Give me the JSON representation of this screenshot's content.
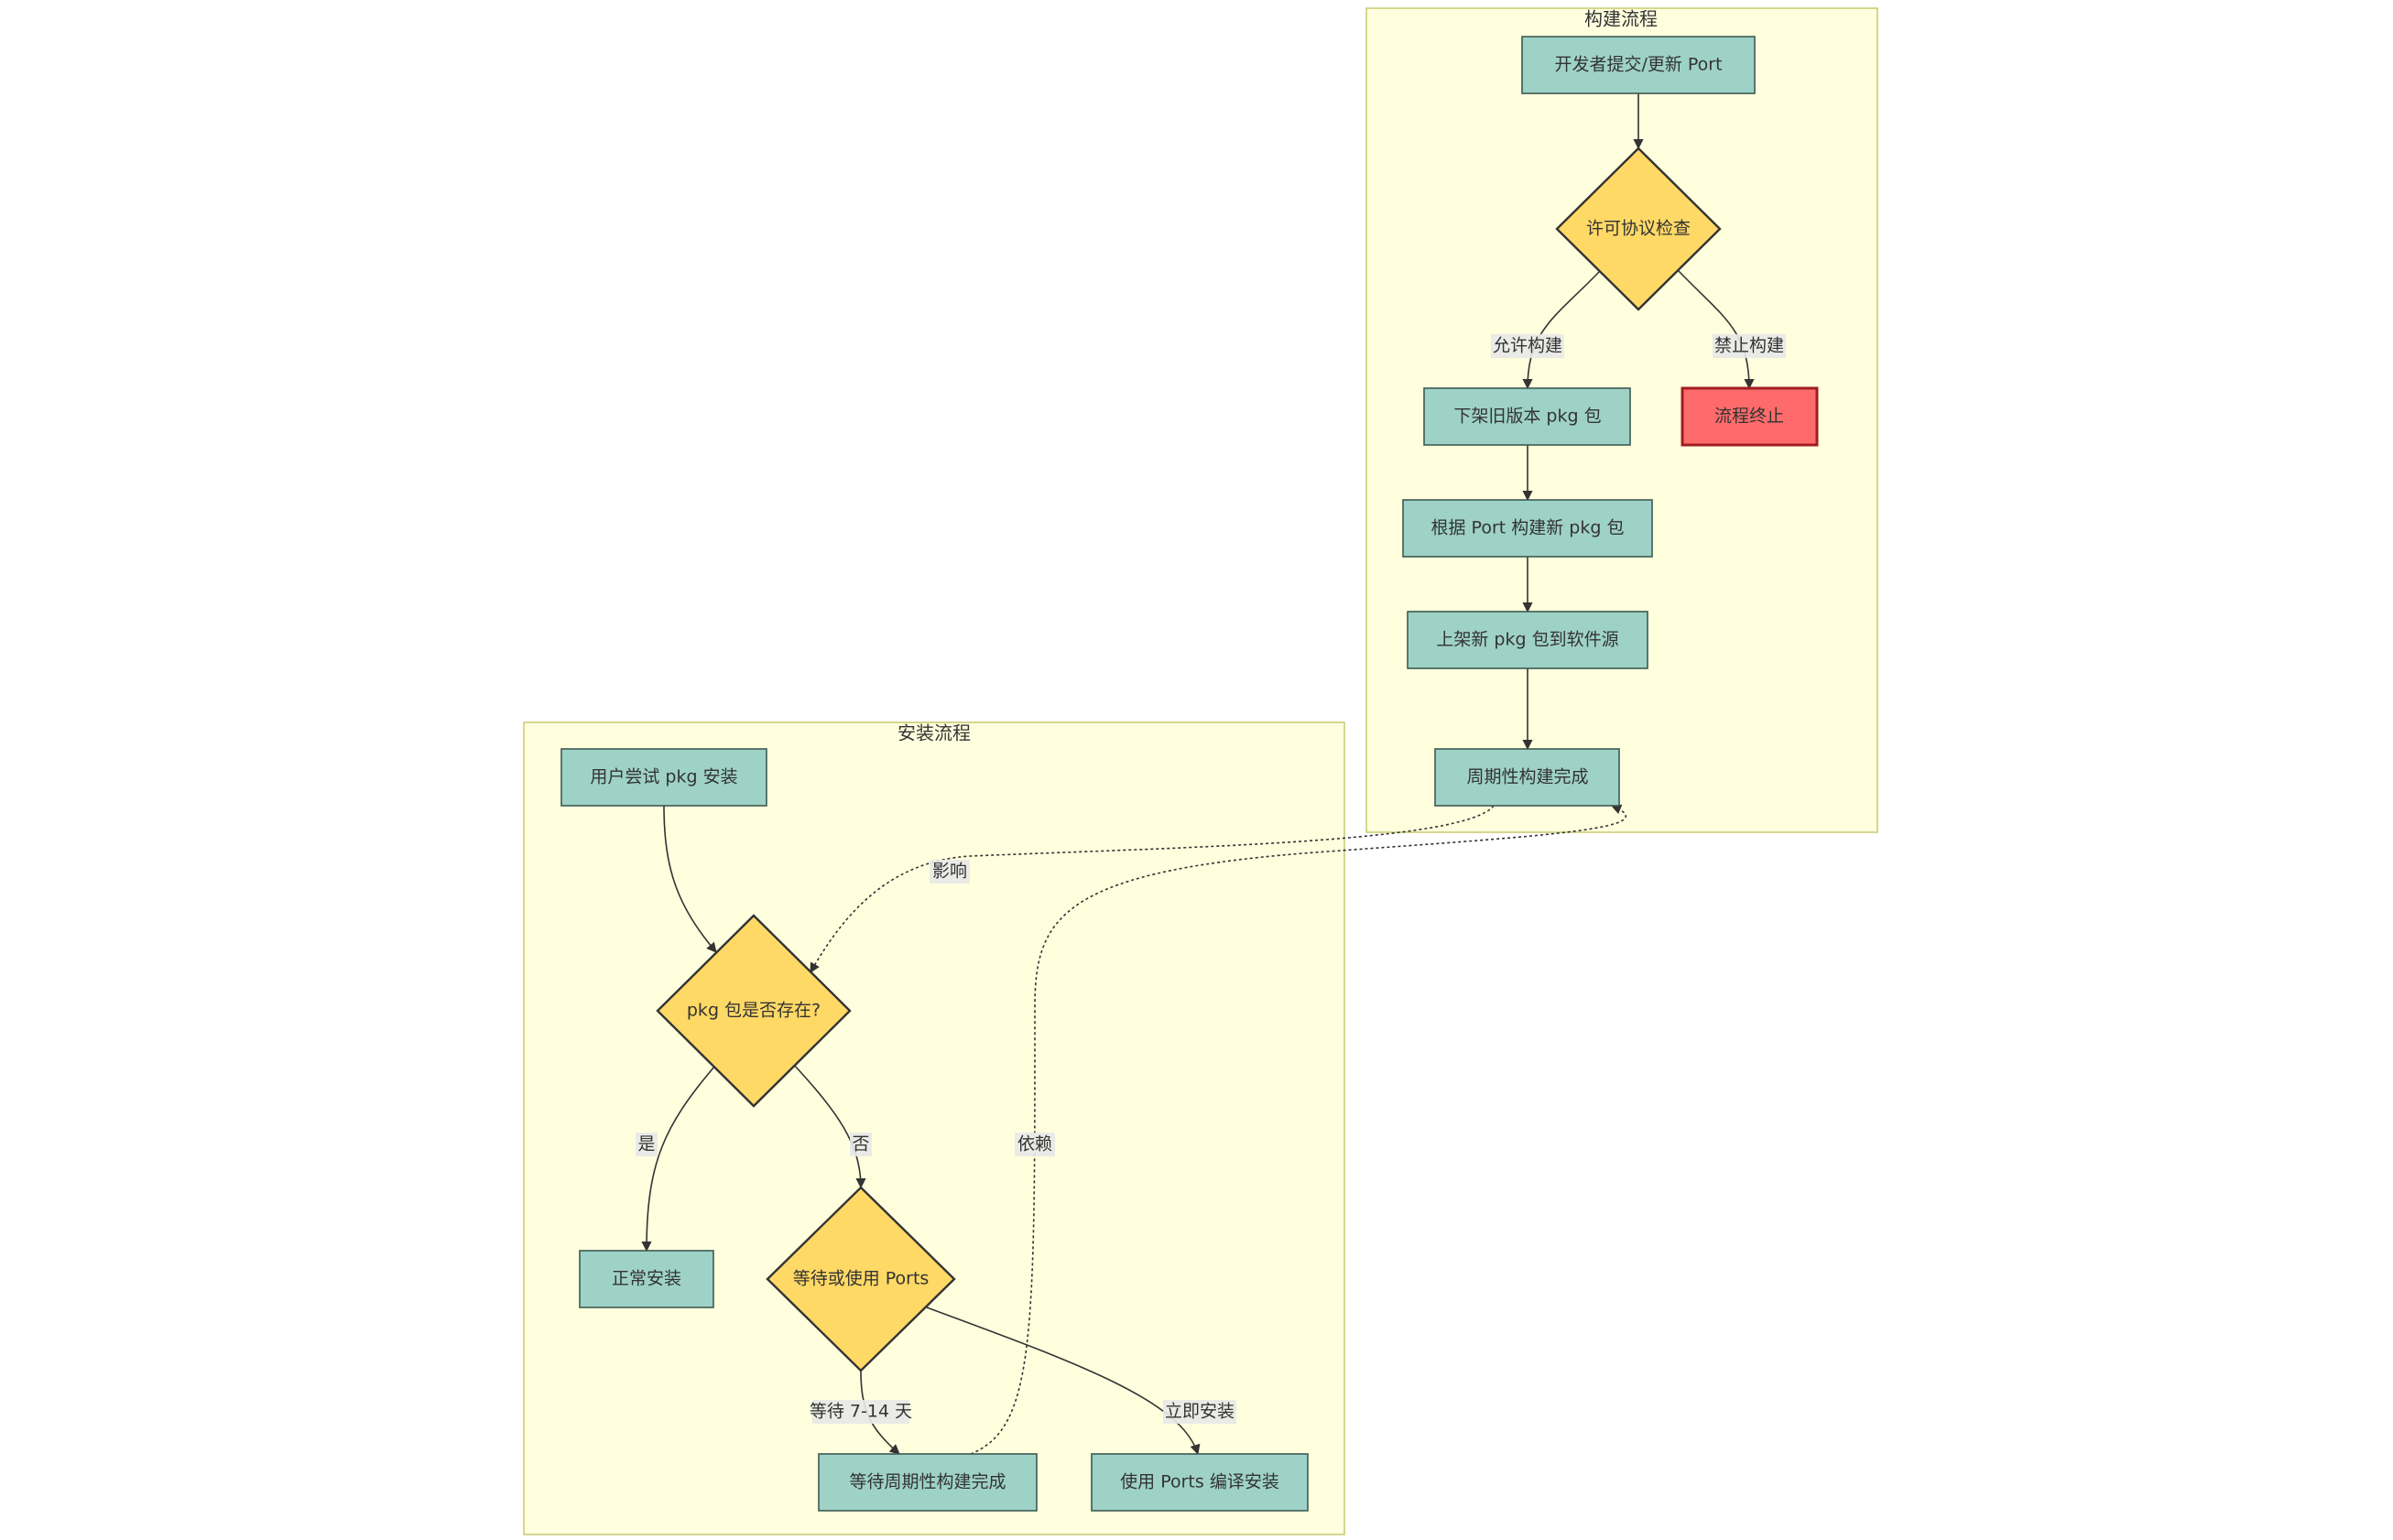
{
  "clusters": {
    "build": {
      "label": "构建流程"
    },
    "install": {
      "label": "安装流程"
    }
  },
  "nodes": {
    "dev_submit": "开发者提交/更新 Port",
    "license_check": "许可协议检查",
    "remove_old": "下架旧版本 pkg 包",
    "stop": "流程终止",
    "build_new": "根据 Port 构建新 pkg 包",
    "publish": "上架新 pkg 包到软件源",
    "periodic_done": "周期性构建完成",
    "user_try": "用户尝试 pkg 安装",
    "pkg_exists": "pkg 包是否存在?",
    "normal_install": "正常安装",
    "wait_or_ports": "等待或使用 Ports",
    "wait_periodic": "等待周期性构建完成",
    "ports_compile": "使用 Ports 编译安装"
  },
  "edges": {
    "allow_build": "允许构建",
    "forbid_build": "禁止构建",
    "influence": "影响",
    "yes": "是",
    "no": "否",
    "depend": "依赖",
    "wait_days": "等待 7-14 天",
    "install_now": "立即安装"
  },
  "colors": {
    "cluster_fill": "#ffffde",
    "cluster_stroke": "#c8c86e",
    "process_fill": "#9ed2c6",
    "decision_fill": "#ffd966",
    "stop_fill": "#ff6b6b",
    "stop_stroke": "#a11d22",
    "line": "#333333"
  }
}
